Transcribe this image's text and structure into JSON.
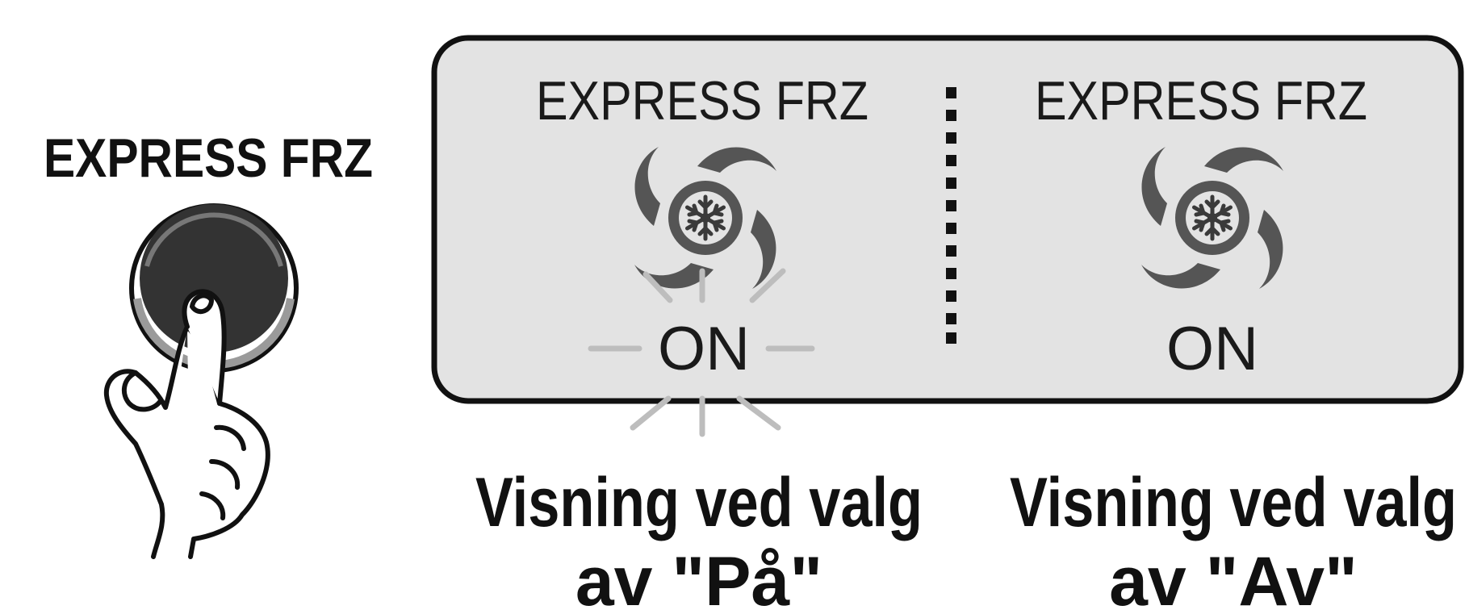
{
  "button": {
    "label": "EXPRESS FRZ"
  },
  "panels": [
    {
      "header": "EXPRESS FRZ",
      "status": "ON",
      "caption_line1": "Visning ved valg",
      "caption_line2": "av \"På\""
    },
    {
      "header": "EXPRESS FRZ",
      "status": "ON",
      "caption_line1": "Visning ved valg",
      "caption_line2": "av \"Av\""
    }
  ],
  "icons": {
    "button": "push-button",
    "hand": "pointing-hand",
    "fan": "snowflake-fan-icon",
    "blink": "blink-rays"
  },
  "colors": {
    "panel_fill": "#e3e3e3",
    "panel_stroke": "#111111",
    "fan_gray": "#555555",
    "snowflake_gray": "#3a3a3a",
    "ray_gray": "#bdbdbd",
    "button_dark": "#333333"
  }
}
